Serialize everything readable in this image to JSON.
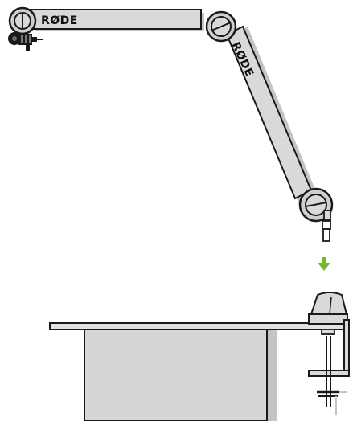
{
  "diagram": {
    "brand_label": "RØDE",
    "colors": {
      "outline": "#1a1a1a",
      "arm_fill": "#d9d9d9",
      "shadow": "#c4c4c4",
      "hub_fill": "#cfcfcf",
      "desk_top": "#e2e2e2",
      "desk_panel": "#d6d6d6",
      "arrow": "#77b82a",
      "background": "#ffffff"
    },
    "icons": {
      "arrow": "arrow-down-icon",
      "clamp": "desk-clamp",
      "mount": "mic-mount"
    }
  }
}
